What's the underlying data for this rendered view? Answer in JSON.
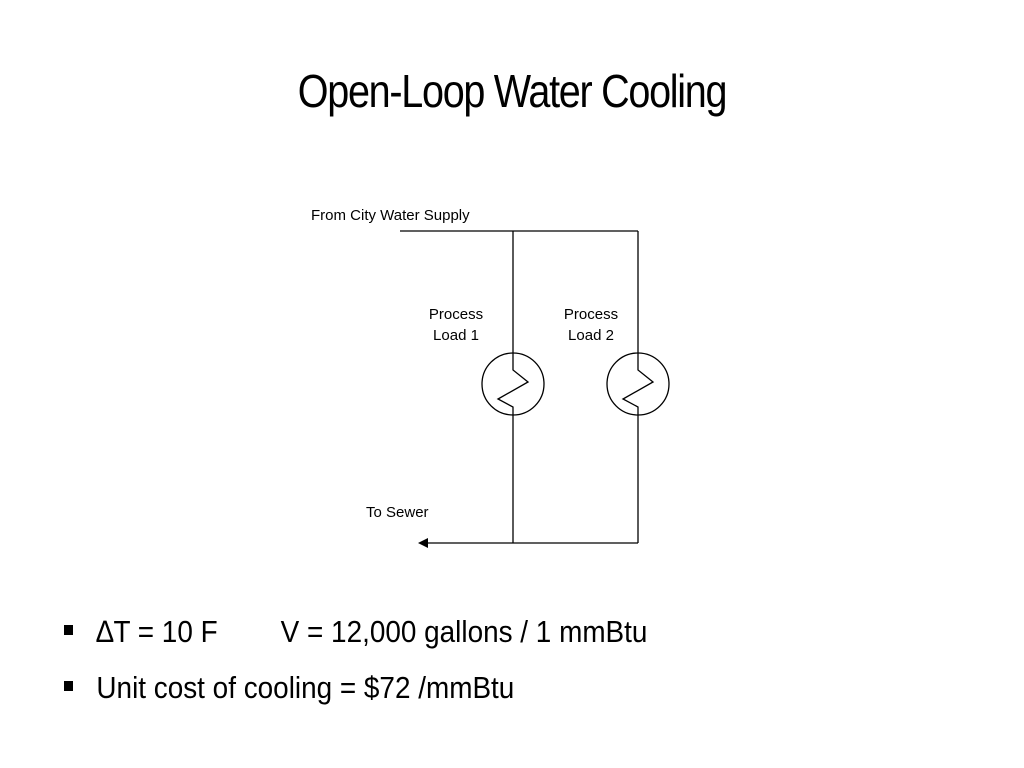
{
  "slide": {
    "title": "Open-Loop Water Cooling"
  },
  "diagram": {
    "supply_label": "From City Water Supply",
    "sewer_label": "To Sewer",
    "load1_line1": "Process",
    "load1_line2": "Load 1",
    "load2_line1": "Process",
    "load2_line2": "Load 2"
  },
  "bullets": {
    "item1_delta_symbol": "∆",
    "item1_part_a": "T = 10 F",
    "item1_part_b": "V = 12,000 gallons / 1 mmBtu",
    "item2_text": "Unit cost of cooling = $72 /mmBtu"
  }
}
